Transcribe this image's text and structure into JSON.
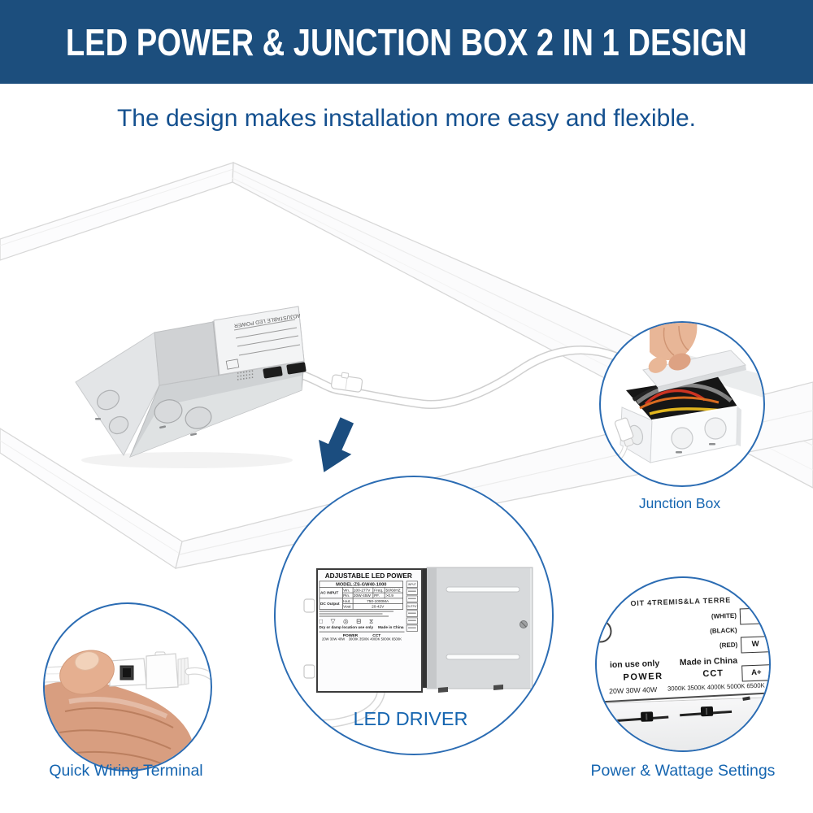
{
  "banner": {
    "title": "LED POWER & JUNCTION BOX 2 IN 1 DESIGN",
    "bg_color": "#1c4e7d",
    "text_color": "#ffffff"
  },
  "subtitle": {
    "text": "The design makes installation more easy and flexible.",
    "color": "#14508f"
  },
  "colors": {
    "accent_blue": "#1b4d7f",
    "circle_ring": "#2b6cb3",
    "caption_blue": "#1565b0"
  },
  "captions": {
    "junction_box": "Junction Box",
    "quick_wiring": "Quick Wiring Terminal",
    "led_driver": "LED DRIVER",
    "power_settings": "Power & Wattage Settings"
  },
  "panel_box_label": {
    "title": "ADJUSTABLE LED POWER"
  },
  "driver_label": {
    "title": "ADJUSTABLE LED POWER",
    "model": "MODEL:ZS-GW40-1000",
    "rows": [
      {
        "group": "AC INPUT",
        "k1": "Vin.",
        "v1": "100-277V",
        "k2": "Freq.",
        "v2": "50/60HZ"
      },
      {
        "group": "",
        "k1": "Pin.",
        "v1": "20W-45W",
        "k2": "PF.",
        "v2": ">0.9"
      },
      {
        "group": "DC Output",
        "k1": "Iout.",
        "v1": "750-1000MA",
        "k2": "",
        "v2": ""
      },
      {
        "group": "",
        "k1": "Vout",
        "v1": "20-42V",
        "k2": "",
        "v2": ""
      }
    ],
    "side_in": "INPUT",
    "side_out": "OUTPUT",
    "icons": "□ ▽ ◎ ⊟ ⧖",
    "note": "Dry or damp location use only",
    "origin": "Made in China",
    "power_title": "POWER",
    "power_values": "20W 30W 40W",
    "cct_title": "CCT",
    "cct_values": "3000K 3500K 4000K 5000K 6500K"
  },
  "settings_label": {
    "top_text": "OIT 4TREMIS&LA TERRE",
    "wire_labels": [
      "(WHITE)",
      "(BLACK)",
      "(RED)"
    ],
    "cells": [
      "",
      "W",
      "A+"
    ],
    "use_text": "ion use only",
    "origin": "Made in China",
    "power_title": "POWER",
    "power_values": "20W 30W 40W",
    "cct_title": "CCT",
    "cct_values": "3000K 3500K 4000K 5000K 6500K"
  }
}
